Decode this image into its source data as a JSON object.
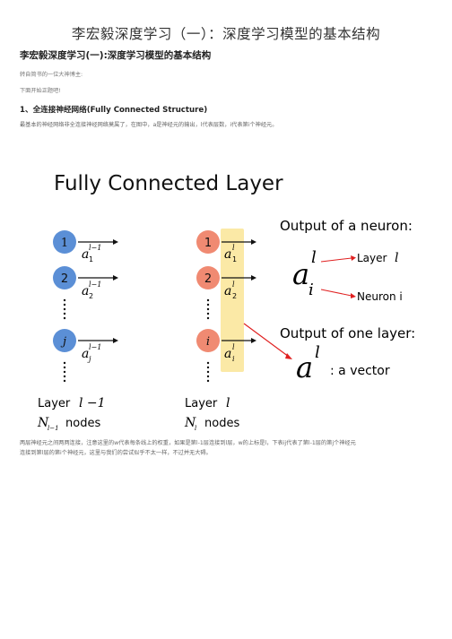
{
  "document": {
    "title": "李宏毅深度学习（一）：深度学习模型的基本结构",
    "heading": "李宏毅深度学习(一):深度学习模型的基本结构",
    "line1": "转自简书的一位大神博主:",
    "line2": "下面开始正题吧!",
    "section": "1、全连接神经网络(Fully Connected Structure)",
    "para1": "最基本的神经网络非全连接神经网络莫属了，在图中，a是神经元的输出，l代表层数，i代表第i个神经元。",
    "para2_line1": "两层神经元之间两两连接，注意这里的w代表每条线上的权重，如果是第l-1层连接到l层，w的上标是l，下表ij代表了第l-1层的第j个神经元",
    "para2_line2": "连接到第l层的第i个神经元，这里与我们的尝试似乎不太一样，不过并无大碍。"
  },
  "figure": {
    "title": "Fully Connected Layer",
    "left_layer": {
      "nodes": [
        "1",
        "2",
        "j"
      ],
      "labels": [
        "a",
        "a",
        "a"
      ],
      "superscript": "l−1",
      "subscripts": [
        "1",
        "2",
        "j"
      ],
      "layer_word": "Layer",
      "layer_symbol": "l −1",
      "count_symbol": "N",
      "count_sub": "l−1",
      "count_word": "nodes"
    },
    "right_layer": {
      "nodes": [
        "1",
        "2",
        "i"
      ],
      "labels": [
        "a",
        "a",
        "a"
      ],
      "superscript": "l",
      "subscripts": [
        "1",
        "2",
        "i"
      ],
      "layer_word": "Layer",
      "layer_symbol": "l",
      "count_symbol": "N",
      "count_sub": "l",
      "count_word": "nodes"
    },
    "output_neuron": {
      "title": "Output of a neuron:",
      "symbol": "a",
      "sup": "l",
      "sub": "i",
      "layer_label": "Layer",
      "layer_symbol": "l",
      "neuron_label": "Neuron i"
    },
    "output_layer": {
      "title": "Output of one layer:",
      "symbol": "a",
      "sup": "l",
      "desc": ": a vector"
    },
    "colors": {
      "left_node": "#5b8fd6",
      "right_node": "#f08a72",
      "highlight": "#fbe9a6",
      "arrow_red": "#e02020"
    }
  }
}
